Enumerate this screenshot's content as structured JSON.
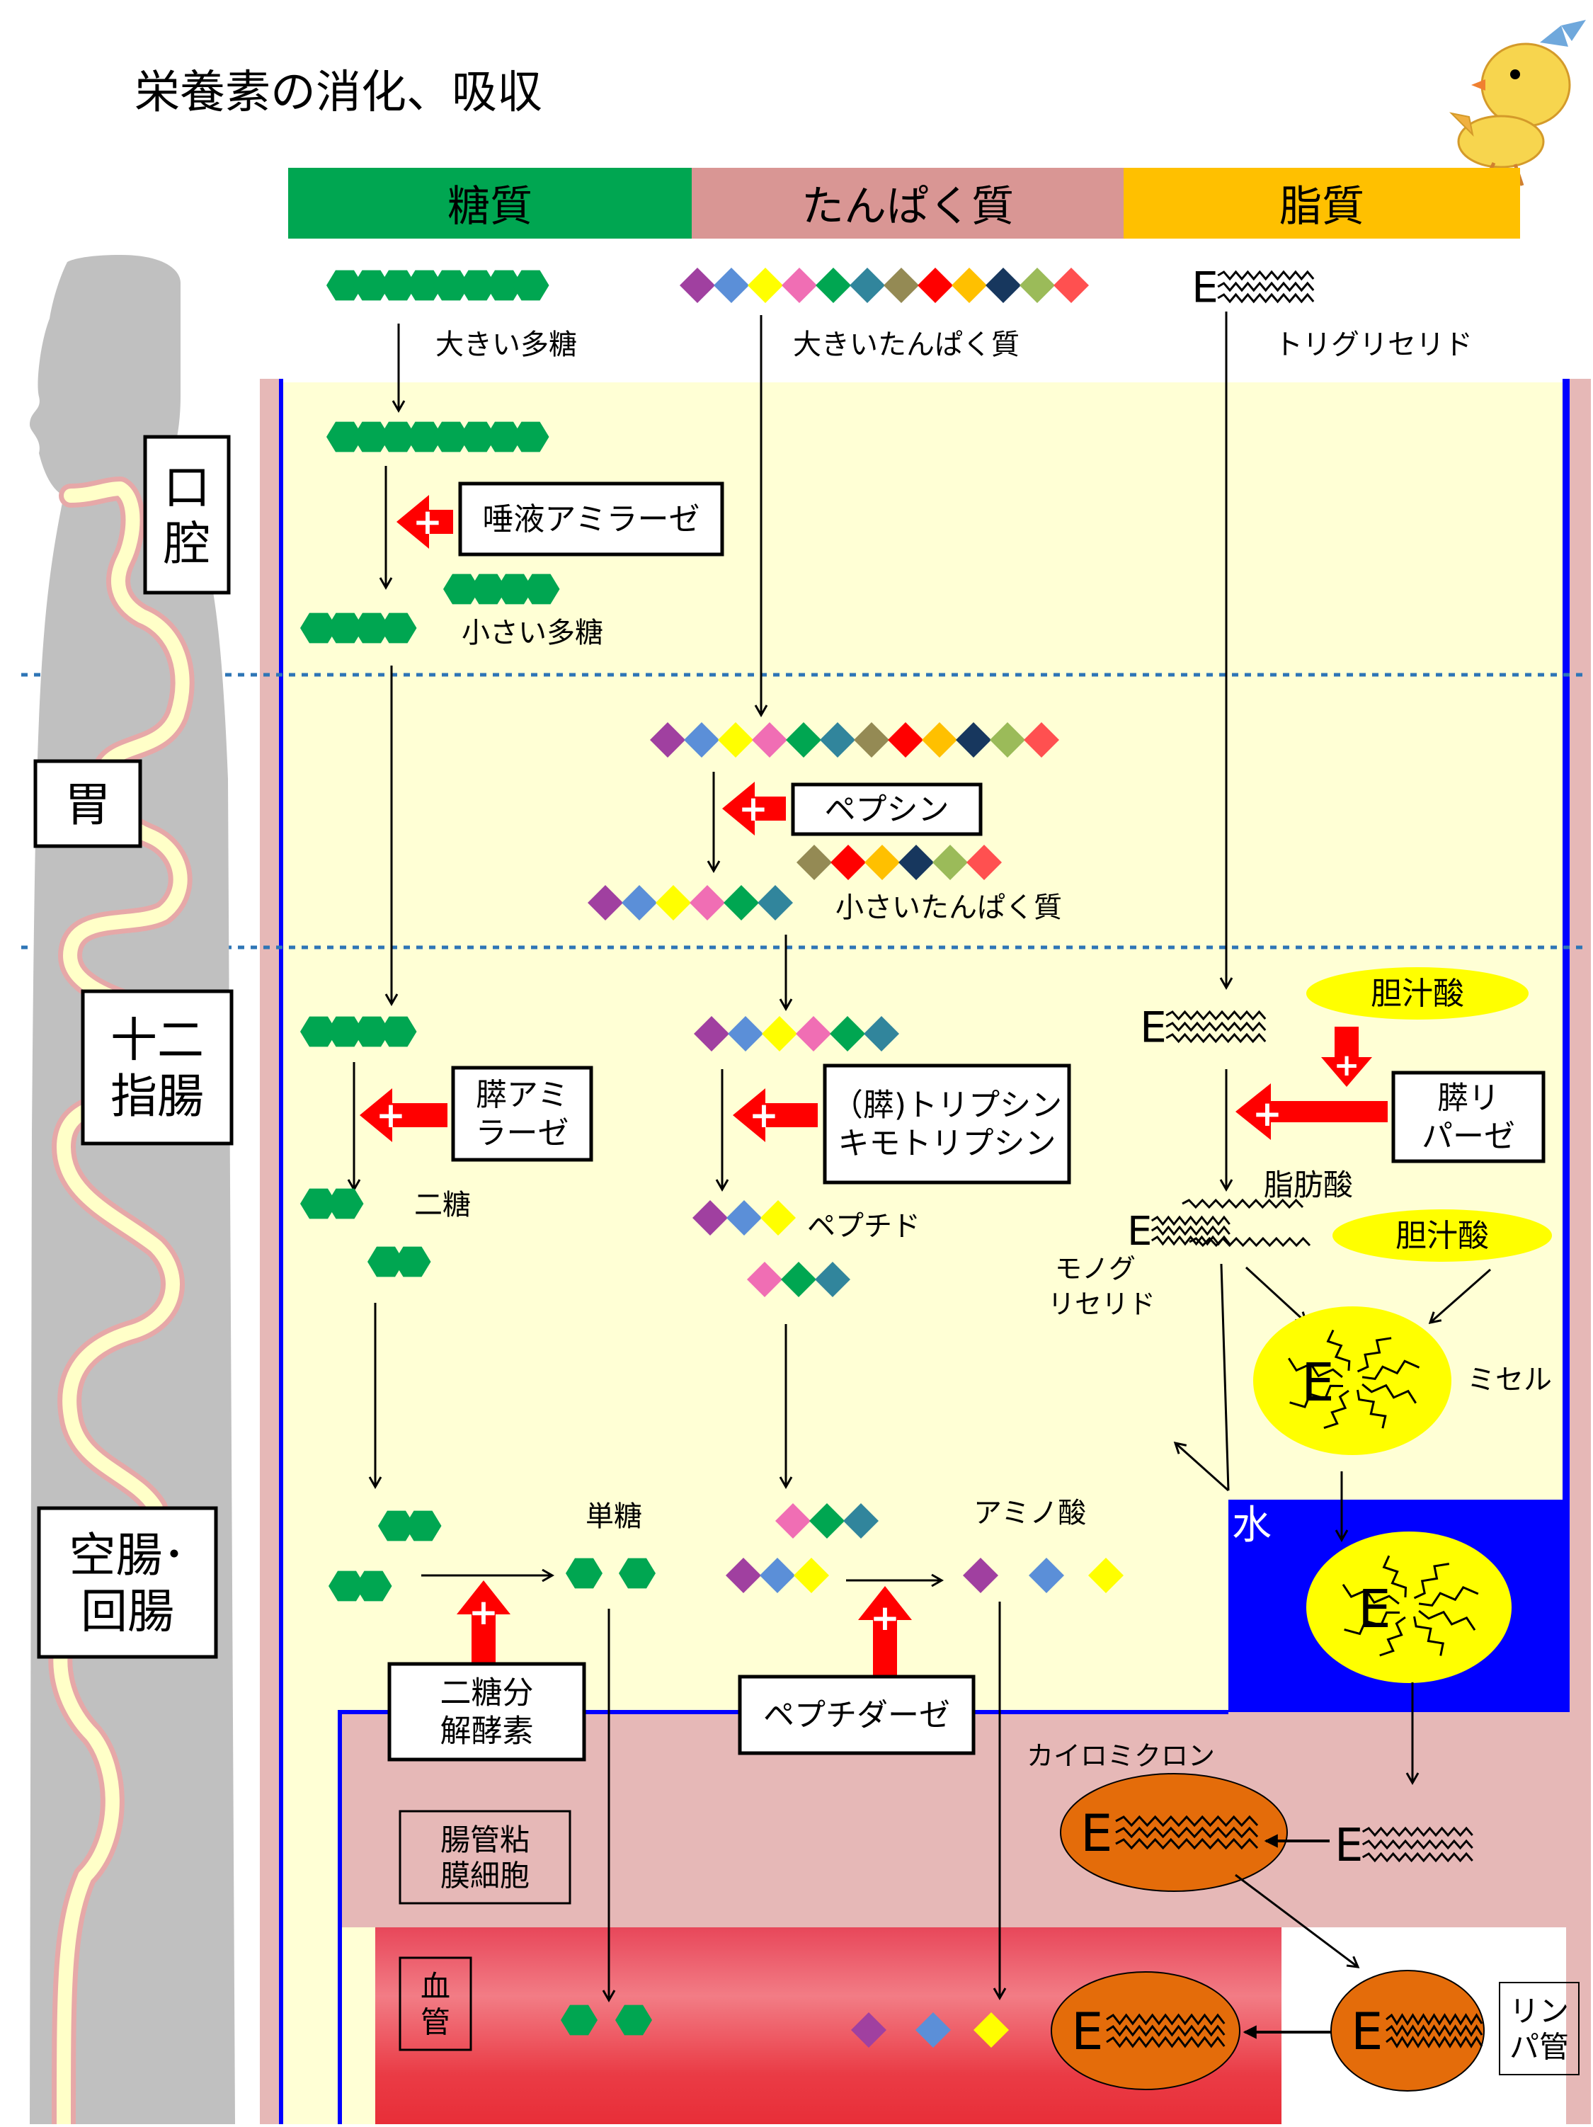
{
  "title": "栄養素の消化、吸収",
  "colors": {
    "carb": "#00a651",
    "protein": "#d99694",
    "fat": "#ffc000",
    "lumen": "#ffffd5",
    "wall": "#e6b8b7",
    "blue": "#0000ff",
    "red": "#ff0000",
    "micelle": "#ffff00",
    "chylo": "#e46c0a",
    "body": "#c0c0c0",
    "dots": [
      "#a040a0",
      "#5b8fd8",
      "#ffff00",
      "#f06eb4",
      "#00a651",
      "#31859c",
      "#948a54",
      "#ff0000",
      "#ffc000",
      "#17375e",
      "#9bbb59",
      "#ff5050"
    ]
  },
  "headers": {
    "carb": "糖質",
    "protein": "たんぱく質",
    "fat": "脂質"
  },
  "organs": {
    "mouth": [
      "口",
      "腔"
    ],
    "stomach": [
      "胃"
    ],
    "duodenum": [
      "十二",
      "指腸"
    ],
    "jejunum": [
      "空腸･",
      "回腸"
    ]
  },
  "labels": {
    "large_poly": "大きい多糖",
    "large_protein": "大きいたんぱく質",
    "triglyceride": "トリグリセリド",
    "small_poly": "小さい多糖",
    "small_protein": "小さいたんぱく質",
    "disaccharide": "二糖",
    "peptide": "ペプチド",
    "fatty_acid": "脂肪酸",
    "monoglyceride": [
      "モノグ",
      "リセリド"
    ],
    "micelle": "ミセル",
    "monosaccharide": "単糖",
    "amino_acid": "アミノ酸",
    "water": "水",
    "chylomicron": "カイロミクロン",
    "glycerol_E": "E",
    "mucosa": [
      "腸管粘",
      "膜細胞"
    ],
    "blood": [
      "血",
      "管"
    ],
    "lymph": [
      "リン",
      "パ管"
    ]
  },
  "enzymes": {
    "salivary_amylase": [
      "唾液アミラーゼ"
    ],
    "pepsin": [
      "ペプシン"
    ],
    "pancreatic_amylase": [
      "膵アミ",
      "ラーゼ"
    ],
    "trypsin": [
      "（膵)トリプシン",
      "キモトリプシン"
    ],
    "pancreatic_lipase": [
      "膵リ",
      "パーゼ"
    ],
    "disaccharidase": [
      "二糖分",
      "解酵素"
    ],
    "peptidase": [
      "ペプチダーゼ"
    ]
  },
  "bile": [
    "胆汁酸",
    "胆汁酸"
  ],
  "plus": "+"
}
